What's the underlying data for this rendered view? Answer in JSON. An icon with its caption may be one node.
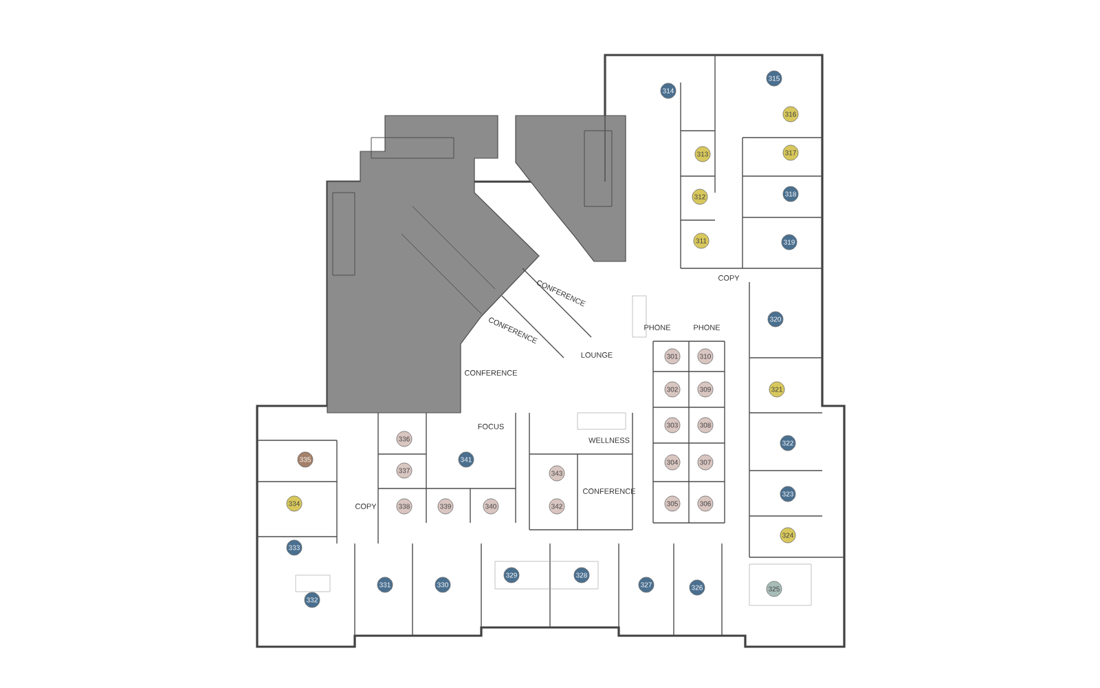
{
  "diagram": {
    "nodes": [
      {
        "text": [
          "314"
        ]
      },
      {
        "text": [
          "315"
        ]
      },
      {
        "text": [
          "316"
        ]
      },
      {
        "text": [
          "317"
        ]
      },
      {
        "text": [
          "318"
        ]
      },
      {
        "text": [
          "319"
        ]
      },
      {
        "text": [
          "313"
        ]
      },
      {
        "text": [
          "312"
        ]
      },
      {
        "text": [
          "311"
        ]
      },
      {
        "text": [
          "320"
        ]
      },
      {
        "text": [
          "321"
        ]
      },
      {
        "text": [
          "322"
        ]
      },
      {
        "text": [
          "323"
        ]
      },
      {
        "text": [
          "324"
        ]
      },
      {
        "text": [
          "325"
        ]
      },
      {
        "text": [
          "301"
        ]
      },
      {
        "text": [
          "310"
        ]
      },
      {
        "text": [
          "302"
        ]
      },
      {
        "text": [
          "309"
        ]
      },
      {
        "text": [
          "303"
        ]
      },
      {
        "text": [
          "308"
        ]
      },
      {
        "text": [
          "304"
        ]
      },
      {
        "text": [
          "307"
        ]
      },
      {
        "text": [
          "305"
        ]
      },
      {
        "text": [
          "306"
        ]
      },
      {
        "text": [
          "336"
        ]
      },
      {
        "text": [
          "335"
        ]
      },
      {
        "text": [
          "341"
        ]
      },
      {
        "text": [
          "337"
        ]
      },
      {
        "text": [
          "343"
        ]
      },
      {
        "text": [
          "334"
        ]
      },
      {
        "text": [
          "338"
        ]
      },
      {
        "text": [
          "339"
        ]
      },
      {
        "text": [
          "340"
        ]
      },
      {
        "text": [
          "342"
        ]
      },
      {
        "text": [
          "333"
        ]
      },
      {
        "text": [
          "329"
        ]
      },
      {
        "text": [
          "328"
        ]
      },
      {
        "text": [
          "331"
        ]
      },
      {
        "text": [
          "330"
        ]
      },
      {
        "text": [
          "327"
        ]
      },
      {
        "text": [
          "326"
        ]
      },
      {
        "text": [
          "332"
        ]
      }
    ],
    "labels": [
      "COPY",
      "CONFERENCE",
      "CONFERENCE",
      "PHONE",
      "PHONE",
      "LOUNGE",
      "CONFERENCE",
      "FOCUS",
      "WELLNESS",
      "CONFERENCE",
      "COPY"
    ]
  }
}
